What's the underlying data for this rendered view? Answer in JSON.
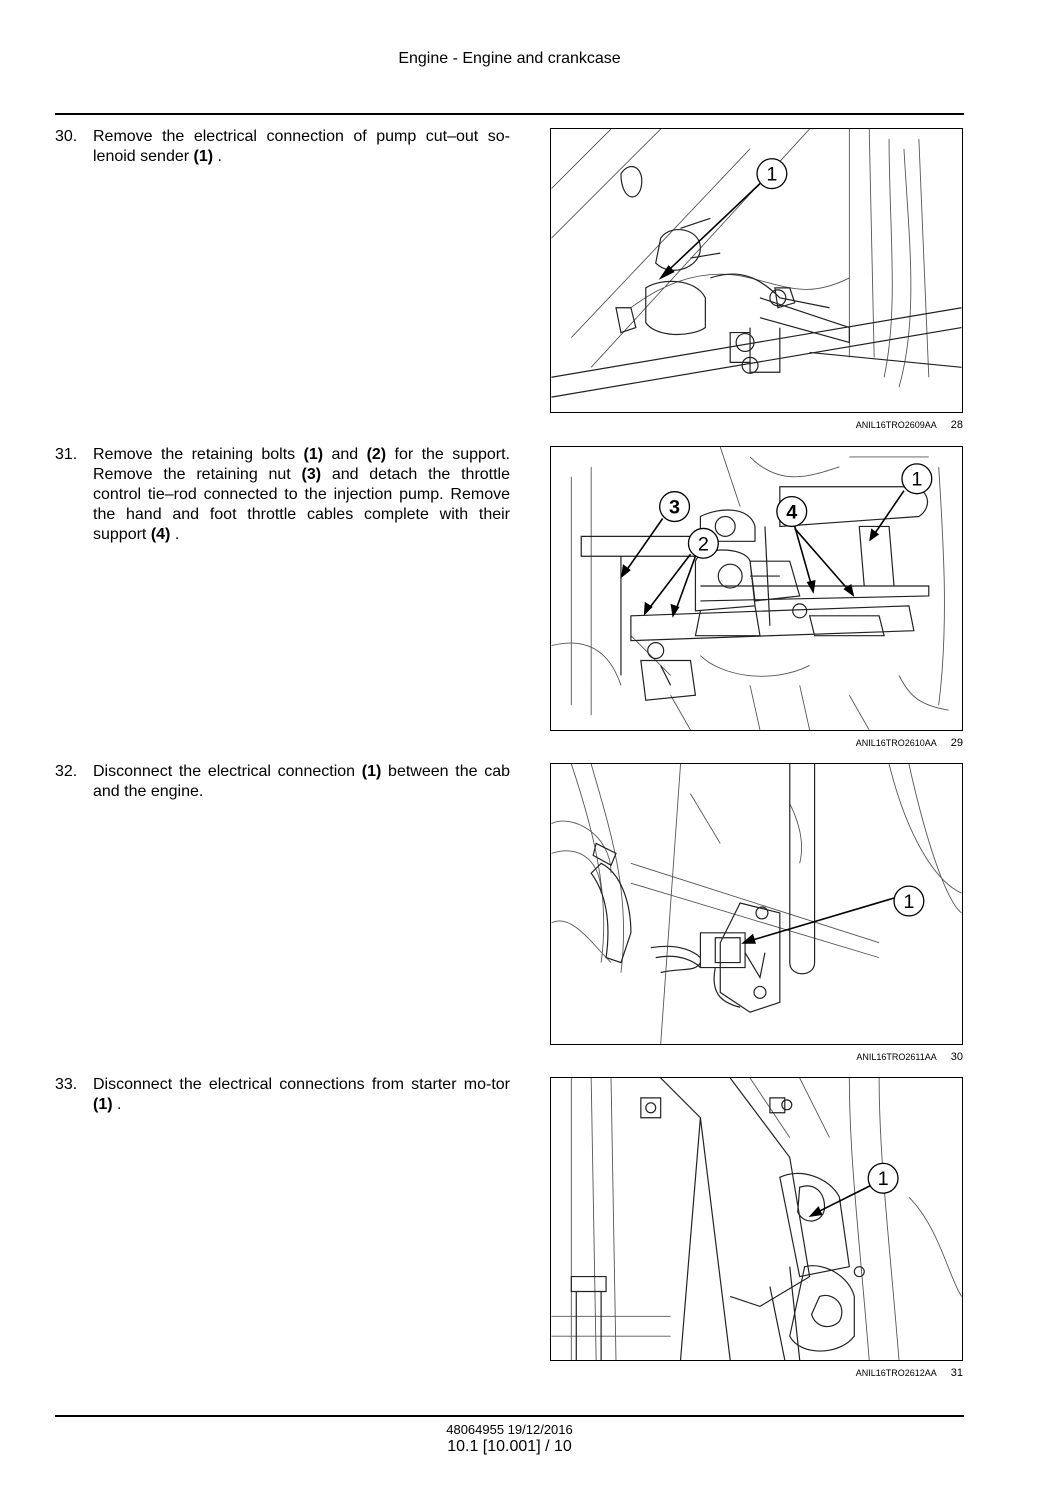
{
  "header": {
    "title": "Engine - Engine and crankcase"
  },
  "steps": [
    {
      "number": "30.",
      "text_parts": [
        "Remove the electrical connection of pump cut–out so-lenoid sender ",
        "(1)",
        " ."
      ]
    },
    {
      "number": "31.",
      "text_parts": [
        "Remove the retaining bolts ",
        "(1)",
        " and ",
        "(2)",
        " for the support. Remove the retaining nut ",
        "(3)",
        " and detach the throttle control tie–rod connected to the injection pump. Remove the hand and foot throttle cables complete with their support ",
        "(4)",
        " ."
      ]
    },
    {
      "number": "32.",
      "text_parts": [
        "Disconnect the electrical connection ",
        "(1)",
        " between the cab and the engine."
      ]
    },
    {
      "number": "33.",
      "text_parts": [
        "Disconnect the electrical connections from starter mo-tor ",
        "(1)",
        " ."
      ]
    }
  ],
  "figures": [
    {
      "code": "ANIL16TRO2609AA",
      "number": "28",
      "callouts": [
        "1"
      ]
    },
    {
      "code": "ANIL16TRO2610AA",
      "number": "29",
      "callouts": [
        "1",
        "2",
        "3",
        "4"
      ]
    },
    {
      "code": "ANIL16TRO2611AA",
      "number": "30",
      "callouts": [
        "1"
      ]
    },
    {
      "code": "ANIL16TRO2612AA",
      "number": "31",
      "callouts": [
        "1"
      ]
    }
  ],
  "footer": {
    "doc_ref": "48064955 19/12/2016",
    "page_ref": "10.1 [10.001] / 10"
  }
}
